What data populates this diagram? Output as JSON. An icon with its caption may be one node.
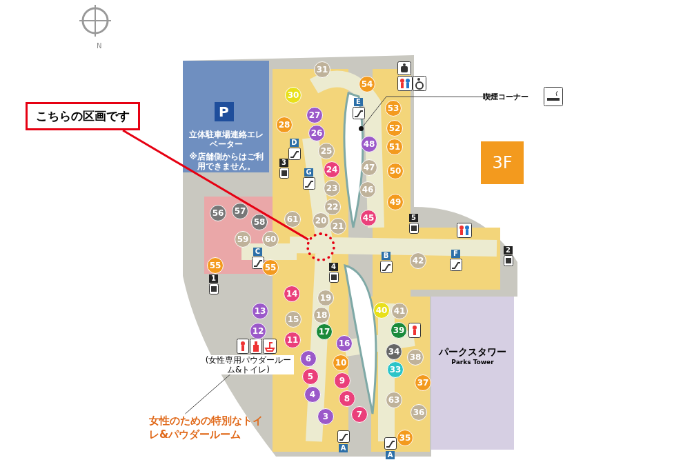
{
  "diagram": {
    "nodes": [
      {
        "text": [
          "こちらの区画です"
        ]
      },
      {
        "text": [],
        "shape": "circle"
      },
      {
        "text": [
          "喫煙コーナー"
        ]
      },
      {
        "text": [],
        "shape": "circle"
      },
      {
        "text": [
          "女性のための特別なトイレ&パウダールーム"
        ]
      },
      {
        "text": [
          "(女性専用パウダールーム&トイレ)"
        ]
      },
      {
        "text": [
          "パークスタワー",
          "Parks Tower"
        ]
      }
    ],
    "edges": [
      {
        "from": 0,
        "to": 1,
        "arrow": "none",
        "style": "thick",
        "color": "#e60012"
      },
      {
        "from": 2,
        "to": 3,
        "arrow": "none"
      },
      {
        "from": 4,
        "to": 5,
        "arrow": "none"
      }
    ],
    "labels": [
      "N",
      "31",
      "54",
      "30",
      "E",
      "53",
      "P",
      "27",
      "28",
      "52",
      "26",
      "D",
      "48",
      "立体駐車場連絡エレベーター",
      "51",
      "25",
      "3",
      "3F",
      "※店舗側からはご利用できません。",
      "47",
      "24",
      "50",
      "G",
      "23",
      "46",
      "49",
      "22",
      "57",
      "58",
      "56",
      "5",
      "45",
      "61",
      "20",
      "21",
      "59",
      "60",
      "2",
      "C",
      "F",
      "B",
      "42",
      "55",
      "4",
      "55",
      "1",
      "14",
      "19",
      "40",
      "13",
      "41",
      "18",
      "15",
      "39",
      "12",
      "17",
      "11",
      "16",
      "34",
      "38",
      "6",
      "10",
      "33",
      "5",
      "9",
      "37",
      "4",
      "8",
      "63",
      "7",
      "3",
      "36",
      "35",
      "A",
      "A"
    ]
  }
}
